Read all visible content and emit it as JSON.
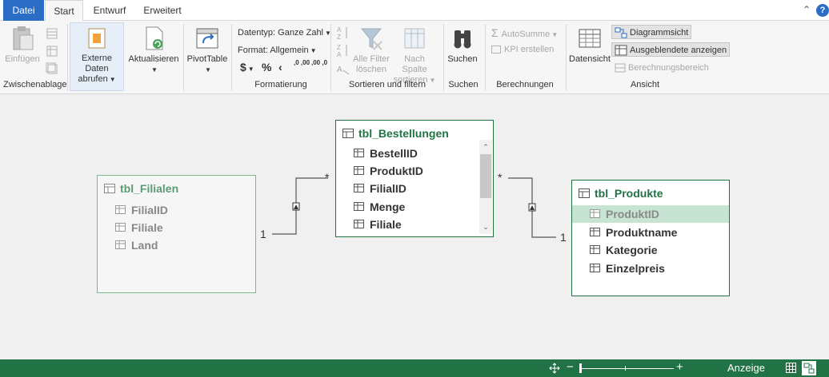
{
  "tabs": {
    "file": "Datei",
    "start": "Start",
    "design": "Entwurf",
    "advanced": "Erweitert"
  },
  "ribbon": {
    "clipboard": {
      "paste": "Einfügen",
      "group": "Zwischenablage"
    },
    "external_data": {
      "line1": "Externe Daten",
      "line2": "abrufen"
    },
    "refresh": {
      "label": "Aktualisieren"
    },
    "pivot": {
      "label": "PivotTable"
    },
    "formatting": {
      "datatype": "Datentyp: Ganze Zahl",
      "format": "Format: Allgemein",
      "currency": "$",
      "percent": "%",
      "thousands": "‹",
      "dec_inc": ",0 ,00",
      "dec_dec": ",00 ,0",
      "group": "Formatierung"
    },
    "sort": {
      "clear_filter_line1": "Alle Filter",
      "clear_filter_line2": "löschen",
      "sort_col_line1": "Nach Spalte",
      "sort_col_line2": "sortieren",
      "group": "Sortieren und filtern"
    },
    "find": {
      "label": "Suchen",
      "group": "Suchen"
    },
    "calc": {
      "autosum": "AutoSumme",
      "kpi": "KPI erstellen",
      "group": "Berechnungen"
    },
    "view": {
      "data_view": "Datensicht",
      "diagram_view": "Diagrammsicht",
      "show_hidden": "Ausgeblendete anzeigen",
      "calc_area": "Berechnungsbereich",
      "group": "Ansicht"
    }
  },
  "tables": {
    "filialen": {
      "title": "tbl_Filialen",
      "fields": [
        "FilialID",
        "Filiale",
        "Land"
      ]
    },
    "bestellungen": {
      "title": "tbl_Bestellungen",
      "fields": [
        "BestellID",
        "ProduktID",
        "FilialID",
        "Menge",
        "Filiale"
      ]
    },
    "produkte": {
      "title": "tbl_Produkte",
      "fields": [
        "ProduktID",
        "Produktname",
        "Kategorie",
        "Einzelpreis"
      ]
    }
  },
  "relationships": [
    {
      "one": "1",
      "many": "*"
    },
    {
      "one": "1",
      "many": "*"
    }
  ],
  "statusbar": {
    "label": "Anzeige"
  },
  "colors": {
    "accent": "#217346",
    "tab_file": "#2b6cc4"
  }
}
